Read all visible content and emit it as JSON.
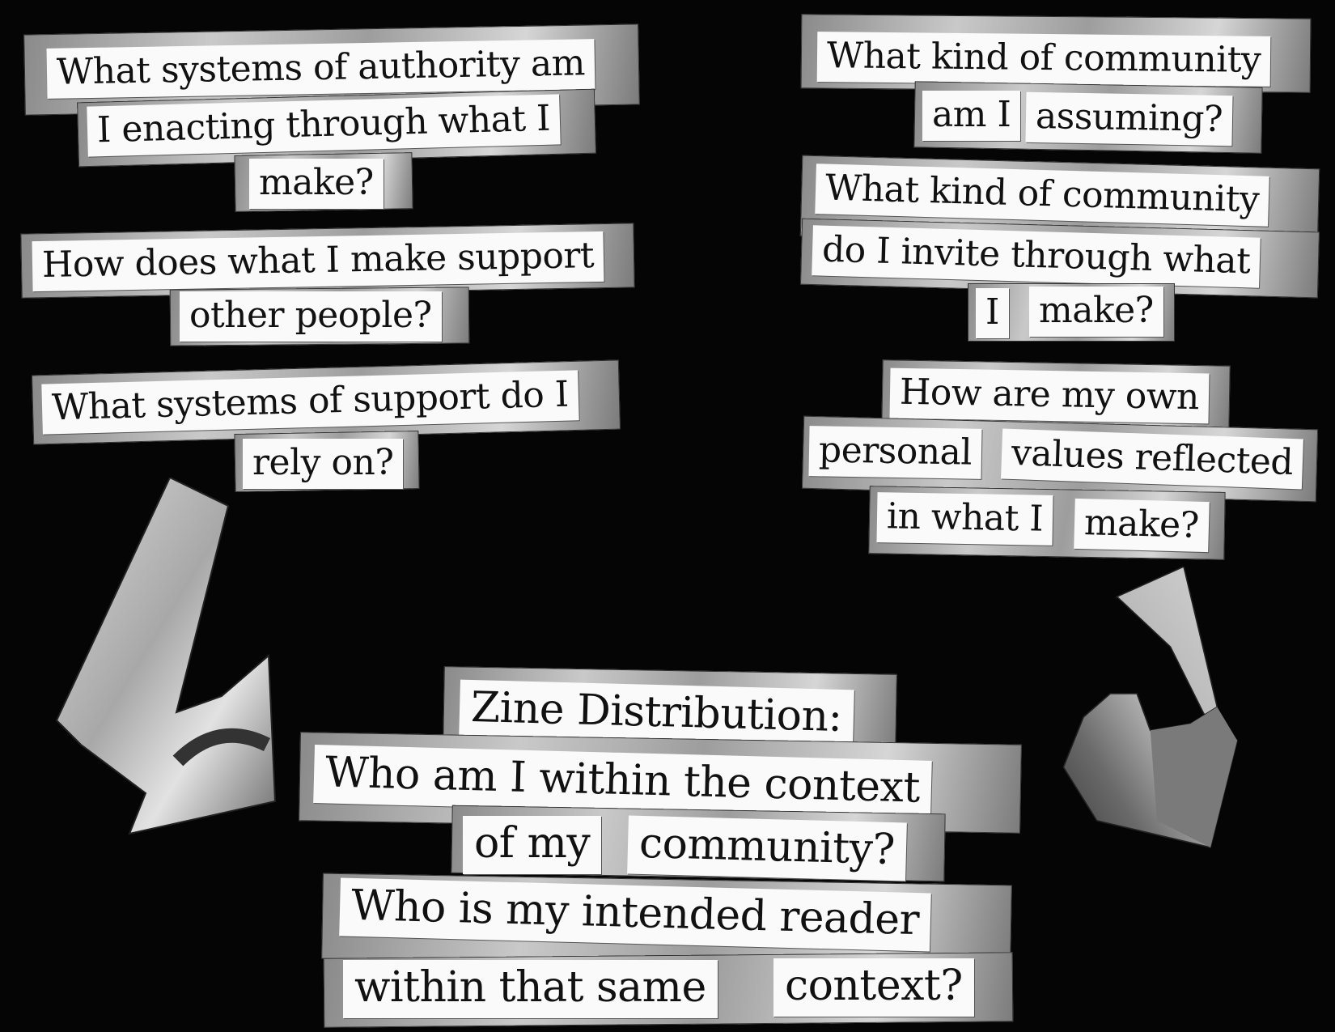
{
  "left_questions": {
    "q1_line1": "What systems of authority am",
    "q1_line2": "I enacting through what I",
    "q1_line3": "make?",
    "q2_line1": "How does what I make support",
    "q2_line2": "other people?",
    "q3_line1": "What systems of support do I",
    "q3_line2": "rely on?"
  },
  "right_questions": {
    "q1_line1": "What kind of community",
    "q1_line2a": "am I",
    "q1_line2b": "assuming?",
    "q2_line1": "What kind of community",
    "q2_line2": "do I invite through what",
    "q2_line3a": "I",
    "q2_line3b": "make?",
    "q3_line1": "How are my own",
    "q3_line2a": "personal",
    "q3_line2b": "values reflected",
    "q3_line3a": "in what I",
    "q3_line3b": "make?"
  },
  "center": {
    "title": "Zine Distribution:",
    "line1": "Who am I within the context",
    "line2a": "of my",
    "line2b": "community?",
    "line3": "Who is my intended reader",
    "line4a": "within that same",
    "line4b": "context?"
  },
  "colors": {
    "background": "#050505",
    "paper": "#fafafa",
    "scrap_gray": "#b5b5b5"
  }
}
